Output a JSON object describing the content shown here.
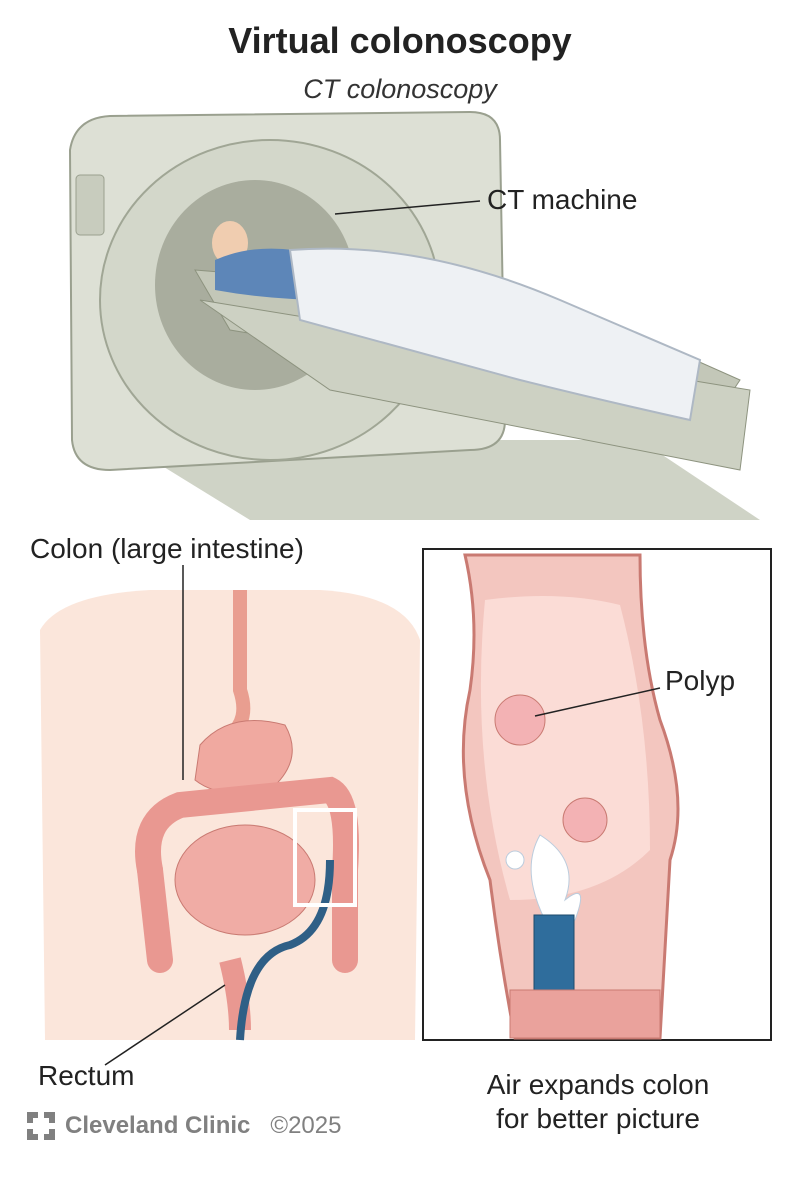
{
  "title": "Virtual colonoscopy",
  "subtitle": "CT colonoscopy",
  "labels": {
    "ct_machine": "CT machine",
    "colon": "Colon (large intestine)",
    "rectum": "Rectum",
    "polyp": "Polyp"
  },
  "caption": {
    "line1": "Air expands colon",
    "line2": "for better picture"
  },
  "footer": {
    "brand": "Cleveland Clinic",
    "copyright": "©2025"
  },
  "colors": {
    "machine": "#dcdfd4",
    "tissue": "#efb3a8",
    "colon": "#e89a94",
    "scope": "#2f5f86"
  }
}
